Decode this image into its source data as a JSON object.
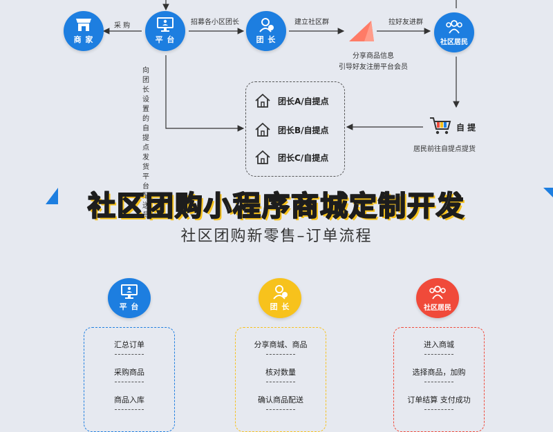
{
  "nodes": {
    "merchant": "商 家",
    "platform": "平 台",
    "leader": "团 长",
    "residents": "社区居民"
  },
  "edges": {
    "purchase": "采 购",
    "recruit": "招募各小区团长",
    "build_group": "建立社区群",
    "invite": "拉好友进群",
    "share_line1": "分享商品信息",
    "share_line2": "引导好友注册平台会员",
    "deliver_vertical": "向团长设置的自提点发货平台配送员",
    "pickup": "自 提",
    "pickup_note": "居民前往自提点提货"
  },
  "pickup_points": [
    {
      "label": "团长A/自提点"
    },
    {
      "label": "团长B/自提点"
    },
    {
      "label": "团长C/自提点"
    }
  ],
  "title": "社区团购小程序商城定制开发",
  "subtitle": "社区团购新零售–订单流程",
  "columns": [
    {
      "label": "平 台",
      "items": [
        "汇总订单",
        "采购商品",
        "商品入库"
      ]
    },
    {
      "label": "团 长",
      "items": [
        "分享商城、商品",
        "核对数量",
        "确认商品配送"
      ]
    },
    {
      "label": "社区居民",
      "items": [
        "进入商城",
        "选择商品，加购",
        "订单结算  支付成功"
      ]
    }
  ],
  "colors": {
    "blue": "#1d7ee0",
    "yellow": "#f7c21c",
    "red": "#f04a3a",
    "background": "#e6e9f0"
  }
}
